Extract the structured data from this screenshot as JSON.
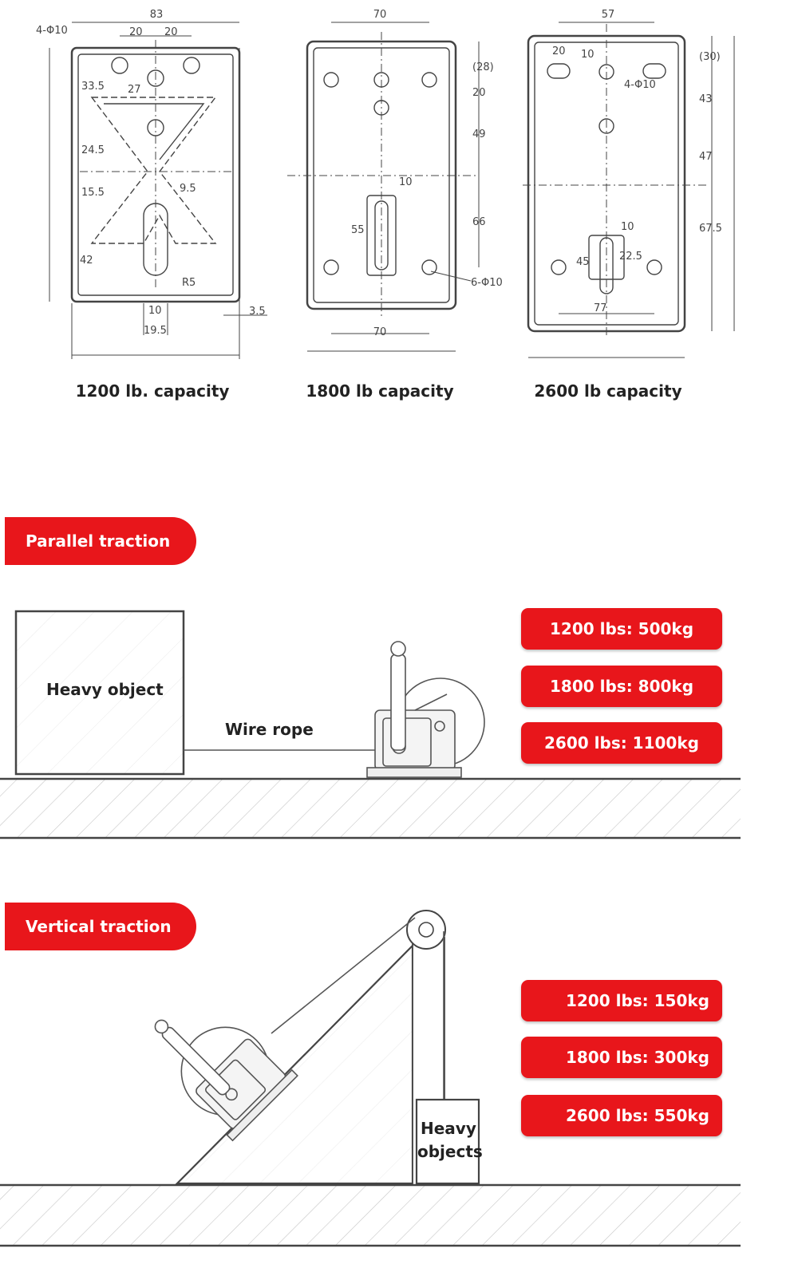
{
  "drawings": [
    {
      "caption": "1200 lb. capacity",
      "dims": {
        "width": "83",
        "holes": "4-Φ10",
        "s1": "20",
        "s2": "20",
        "v1": "33.5",
        "v2": "27",
        "v3": "24.5",
        "v4": "15.5",
        "v5": "9.5",
        "v6": "42",
        "r": "R5",
        "b1": "10",
        "b2": "19.5",
        "t": "3.5"
      }
    },
    {
      "caption": "1800 lb capacity",
      "dims": {
        "top": "70",
        "r1": "(28)",
        "r2": "20",
        "r3": "49",
        "slot": "10",
        "s": "55",
        "r4": "66",
        "holes": "6-Φ10",
        "bottom": "70"
      }
    },
    {
      "caption": "2600 lb capacity",
      "dims": {
        "top": "57",
        "a": "20",
        "b": "10",
        "holes": "4-Φ10",
        "r1": "(30)",
        "r2": "43",
        "r3": "47",
        "slot": "10",
        "h": "45",
        "h2": "22.5",
        "r4": "67.5",
        "bottom": "77"
      }
    }
  ],
  "parallel": {
    "title": "Parallel traction",
    "object_label": "Heavy object",
    "rope_label": "Wire rope",
    "ratings": [
      "1200 lbs: 500kg",
      "1800 lbs: 800kg",
      "2600 lbs: 1100kg"
    ]
  },
  "vertical": {
    "title": "Vertical traction",
    "object_label_1": "Heavy",
    "object_label_2": "objects",
    "ratings": [
      "1200 lbs: 150kg",
      "1800 lbs: 300kg",
      "2600 lbs: 550kg"
    ]
  },
  "colors": {
    "accent": "#e8161b",
    "line": "#444444",
    "hatch": "#bdbdbd"
  }
}
